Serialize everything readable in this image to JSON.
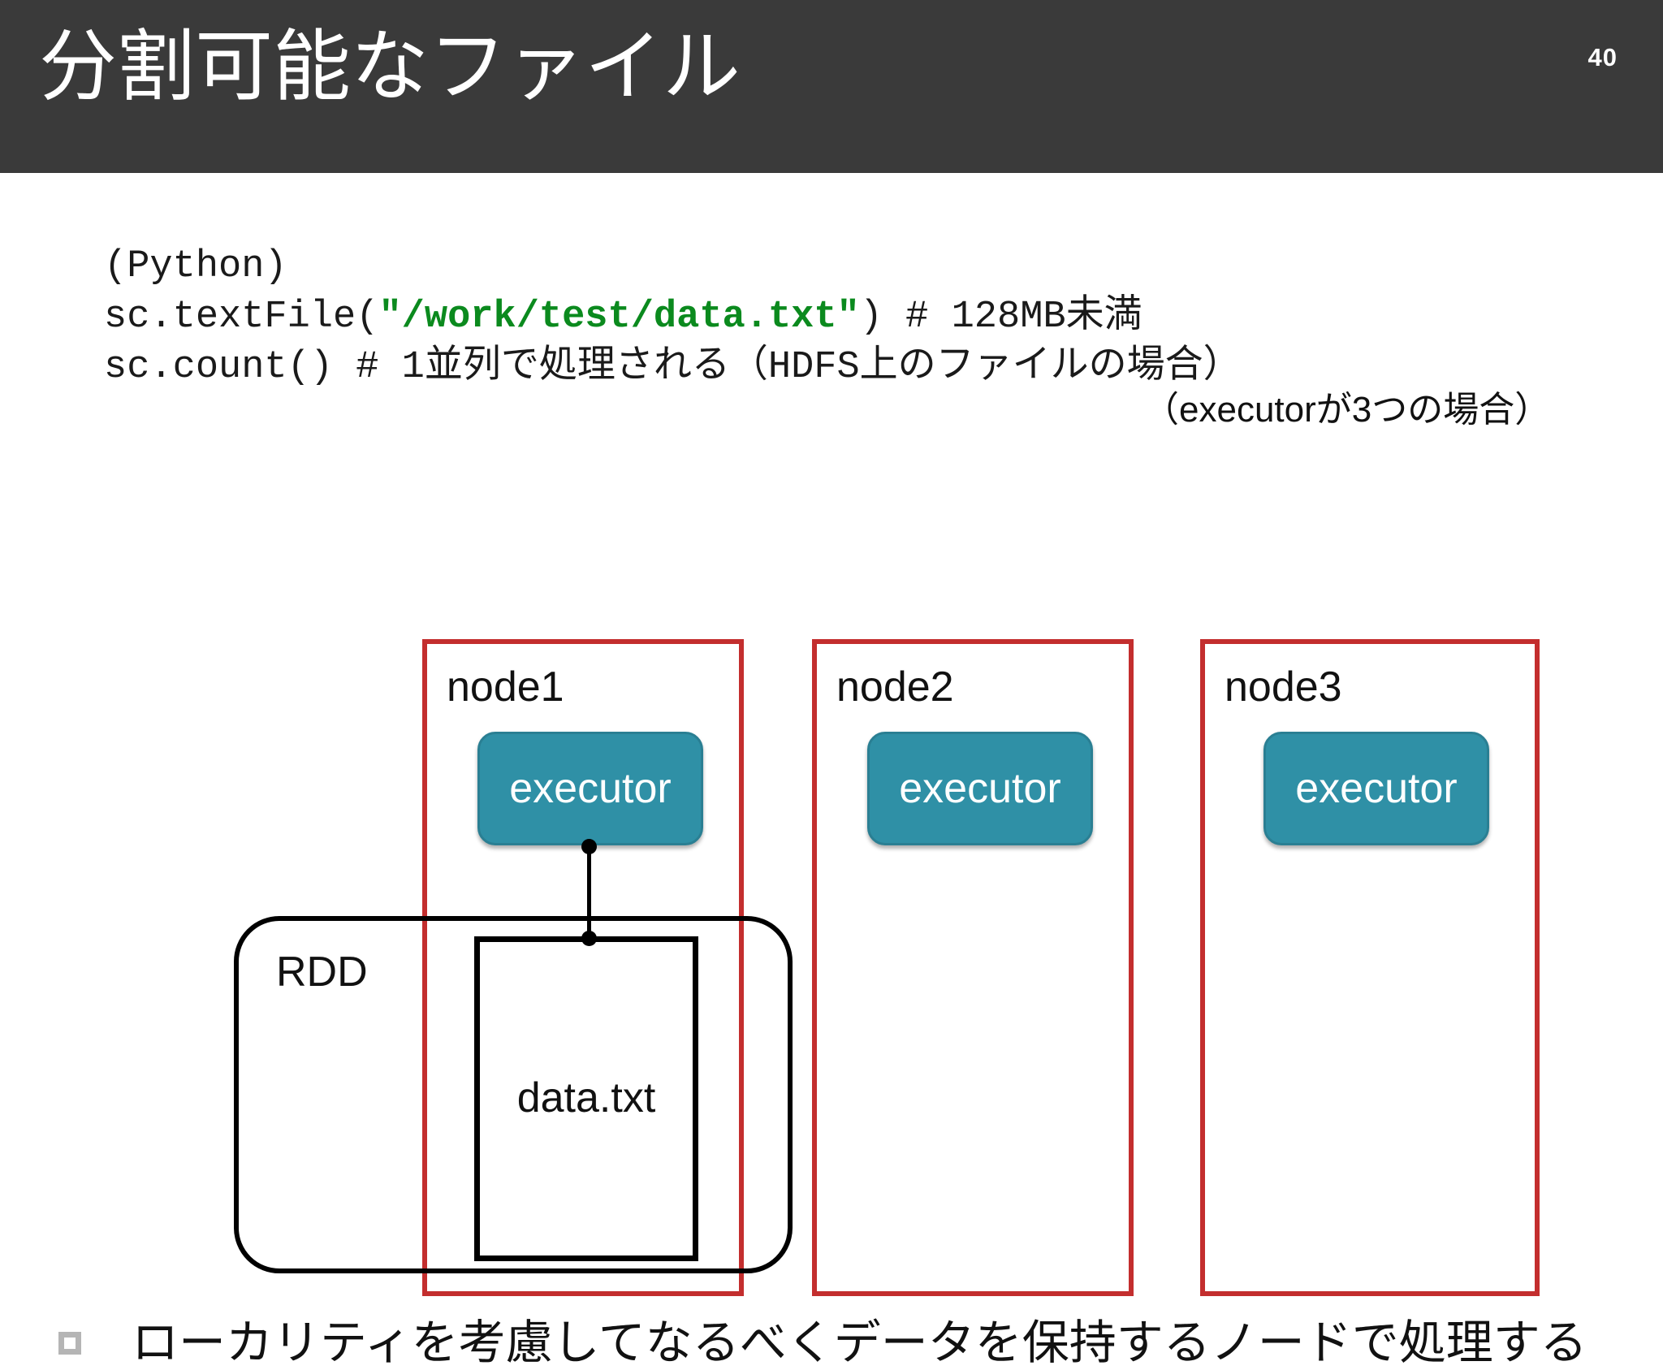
{
  "header": {
    "title": "分割可能なファイル",
    "page_number": "40",
    "background_color": "#3a3a3a",
    "text_color": "#ffffff"
  },
  "code": {
    "language_note": "(Python)",
    "line2_prefix": "sc.textFile(",
    "line2_string": "\"/work/test/data.txt\"",
    "line2_suffix": ") # 128MB未満",
    "line3": "sc.count() # 1並列で処理される（HDFS上のファイルの場合）",
    "string_color": "#0b8a1e",
    "text_color": "#1a1a1a"
  },
  "note": {
    "executor_count_note": "（executorが3つの場合）"
  },
  "diagram": {
    "node_border_color": "#c32e2e",
    "executor_fill_color": "#2f90a6",
    "nodes": [
      {
        "label": "node1",
        "executor_label": "executor"
      },
      {
        "label": "node2",
        "executor_label": "executor"
      },
      {
        "label": "node3",
        "executor_label": "executor"
      }
    ],
    "rdd_label": "RDD",
    "partition_label": "data.txt"
  },
  "footer": {
    "bullet_text": "ローカリティを考慮してなるべくデータを保持するノードで処理する",
    "bullet_marker": "square-bullet-icon"
  }
}
